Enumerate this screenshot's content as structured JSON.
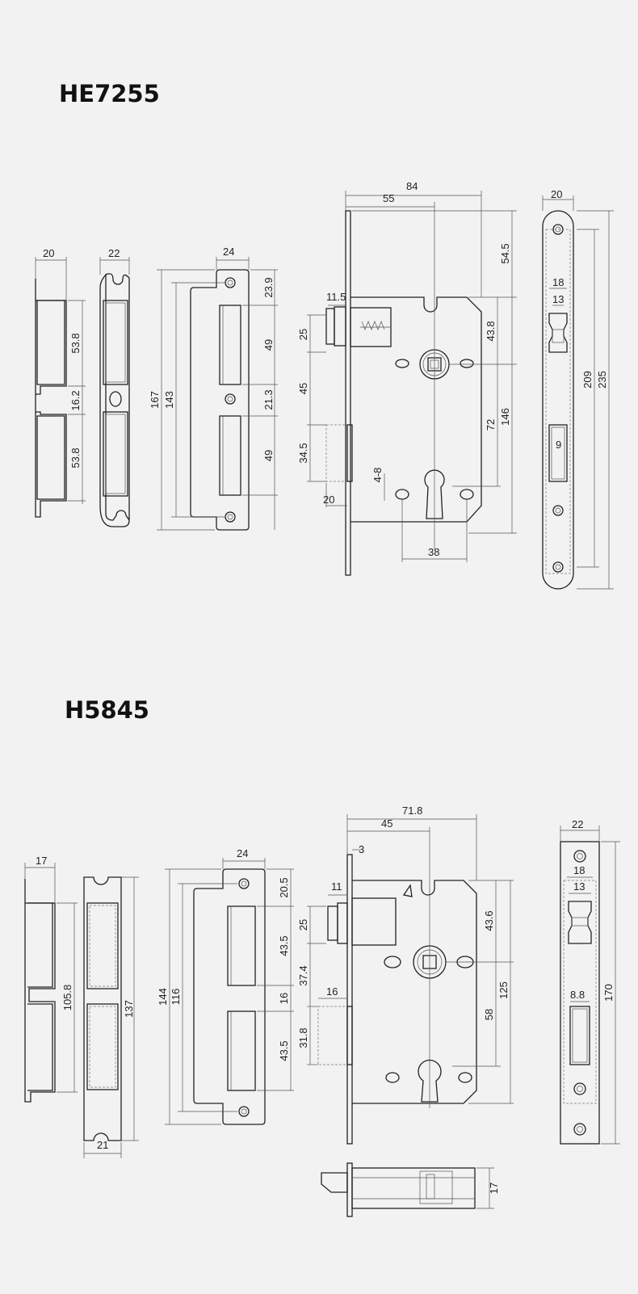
{
  "sections": [
    {
      "title": "HE7255",
      "dims": {
        "strike_a_w": "20",
        "strike_a_h1": "53.8",
        "strike_a_gap": "16.2",
        "strike_a_h2": "53.8",
        "box_w": "22",
        "plate_w": "24",
        "plate_h_total": "167",
        "plate_h_holes": "143",
        "plate_s1": "23.9",
        "plate_s2": "49",
        "plate_s3": "21.3",
        "plate_s4": "49",
        "body_w": "84",
        "backset": "55",
        "latch_ext": "11.5",
        "top": "54.5",
        "latch_h": "25",
        "latch_to_bolt": "45",
        "bolt_h": "34.5",
        "bolt_ext": "20",
        "spindle": "4-8",
        "spindle_to_cyl": "72",
        "body_h": "146",
        "upper": "43.8",
        "hole_dist": "38",
        "face_w": "20",
        "face_h_inner": "209",
        "face_h": "235",
        "slot_w": "18",
        "latch_w": "13",
        "bolt_w": "9"
      }
    },
    {
      "title": "H5845",
      "dims": {
        "strike_a_w": "17",
        "strike_a_h": "105.8",
        "box_h": "137",
        "box_w": "21",
        "plate_w": "24",
        "plate_h_total": "144",
        "plate_h_holes": "116",
        "plate_s1": "20.5",
        "plate_s2": "43.5",
        "plate_s3": "16",
        "plate_s4": "43.5",
        "body_w": "71.8",
        "backset": "45",
        "face_t": "3",
        "latch_ext": "11",
        "latch_h": "25",
        "latch_to_bolt": "37.4",
        "bolt_ext": "16",
        "bolt_h": "31.8",
        "upper": "43.6",
        "spindle_to_cyl": "58",
        "body_h": "125",
        "face_w": "22",
        "slot_w": "18",
        "latch_w": "13",
        "bolt_w": "8.8",
        "face_h": "170",
        "side_t": "17"
      }
    }
  ]
}
